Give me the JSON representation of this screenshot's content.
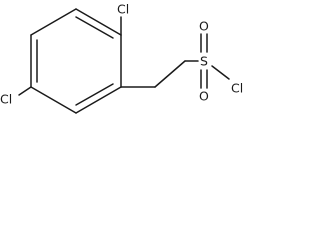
{
  "molecule": {
    "atoms": {
      "cl_top": "Cl",
      "cl_left": "Cl",
      "s": "S",
      "o_top": "O",
      "o_bottom": "O",
      "cl_sulfonyl": "Cl"
    }
  }
}
